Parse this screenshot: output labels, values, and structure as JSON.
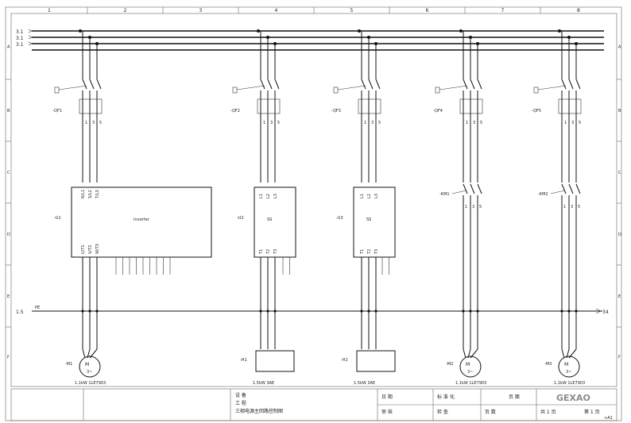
{
  "frame": {
    "columns": [
      "1",
      "2",
      "3",
      "4",
      "5",
      "6",
      "7",
      "8"
    ],
    "rows": [
      "A",
      "B",
      "C",
      "D",
      "E",
      "F"
    ]
  },
  "bus": {
    "l1": "3.1",
    "l2": "3.1",
    "l3": "3.1",
    "pe": "1.5",
    "pe_tag": "PE",
    "pe_right": "34"
  },
  "breakers": [
    {
      "tag": "-QF1",
      "out": [
        "1",
        "3",
        "5"
      ]
    },
    {
      "tag": "-QF2",
      "out": [
        "1",
        "3",
        "5"
      ]
    },
    {
      "tag": "-QF3",
      "out": [
        "1",
        "3",
        "5"
      ]
    },
    {
      "tag": "-QF4",
      "out": [
        "1",
        "3",
        "5"
      ]
    },
    {
      "tag": "-QF5",
      "out": [
        "1",
        "3",
        "5"
      ]
    }
  ],
  "devices": [
    {
      "tag": "-U1",
      "label": "Inverter",
      "inputs": [
        "R/L1",
        "S/L2",
        "T/L3"
      ],
      "outputs": [
        "U/T1",
        "V/T2",
        "W/T3"
      ]
    },
    {
      "tag": "-U2",
      "label": "SS",
      "inputs": [
        "L1",
        "L2",
        "L3"
      ],
      "outputs": [
        "T1",
        "T2",
        "T3"
      ]
    },
    {
      "tag": "-U3",
      "label": "SS",
      "inputs": [
        "L1",
        "L2",
        "L3"
      ],
      "outputs": [
        "T1",
        "T2",
        "T3"
      ]
    }
  ],
  "contactors": [
    {
      "tag": "-KM1",
      "nums": [
        "1",
        "3",
        "5"
      ]
    },
    {
      "tag": "-KM2",
      "nums": [
        "1",
        "3",
        "5"
      ]
    }
  ],
  "loads": [
    {
      "tag": "-M1",
      "kind": "motor",
      "caption": "1.1kW 1LE7903"
    },
    {
      "tag": "-H1",
      "kind": "box",
      "caption": "1.5kW 3AE"
    },
    {
      "tag": "-H2",
      "kind": "box",
      "caption": "1.5kW 3AE"
    },
    {
      "tag": "-M2",
      "kind": "motor",
      "caption": "1.1kW 1LE7903"
    },
    {
      "tag": "-M3",
      "kind": "motor",
      "caption": "1.1kW 1LE7903"
    }
  ],
  "title_block": {
    "note_lines": [
      "设 备",
      "工 程",
      "三相电源主回路控制图"
    ],
    "cells": [
      "日 期",
      "审 核",
      "标 准 化",
      "检 查",
      "页 数",
      "页 面",
      "共 1 页",
      "第 1 页",
      "+A1"
    ],
    "brand": "GEXAO"
  }
}
